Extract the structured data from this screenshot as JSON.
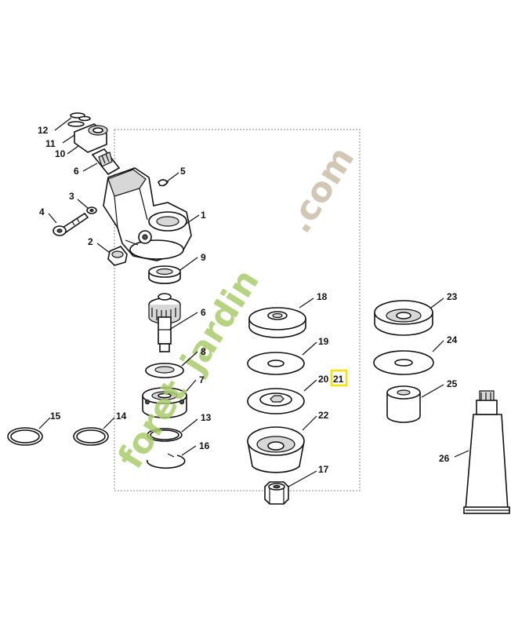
{
  "diagram": {
    "labels": {
      "p1": "1",
      "p2": "2",
      "p3": "3",
      "p4": "4",
      "p5": "5",
      "p6a": "6",
      "p6b": "6",
      "p7": "7",
      "p8": "8",
      "p9": "9",
      "p10": "10",
      "p11": "11",
      "p12": "12",
      "p13": "13",
      "p14": "14",
      "p15": "15",
      "p16": "16",
      "p17": "17",
      "p18": "18",
      "p19": "19",
      "p20": "20",
      "p21": "21",
      "p22": "22",
      "p23": "23",
      "p24": "24",
      "p25": "25",
      "p26": "26"
    },
    "highlighted_label": "21",
    "highlight_color": "#f2e400"
  },
  "watermark": {
    "part1": "foret",
    "part2": "jardin",
    "part3": ".com",
    "colors": {
      "green": "#a8cc6a",
      "orange": "#f0a040",
      "beige": "#c8bfa8"
    }
  }
}
